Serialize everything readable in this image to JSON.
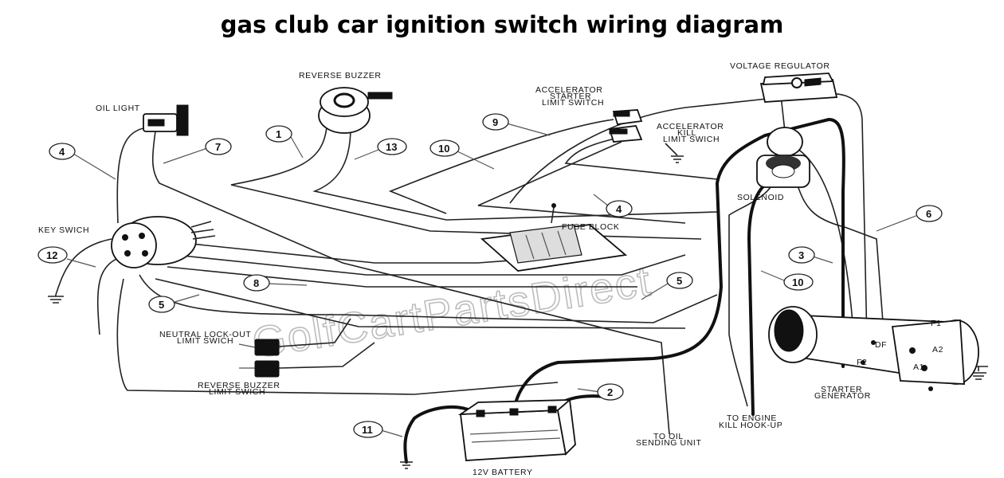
{
  "title": "gas club car ignition switch wiring diagram",
  "watermark": "GolfCartPartsDirect",
  "components": {
    "voltage_regulator": "VOLTAGE REGULATOR",
    "reverse_buzzer": "REVERSE BUZZER",
    "oil_light": "OIL LIGHT",
    "accelerator_starter_limit_switch": [
      "ACCELERATOR",
      "STARTER",
      "LIMIT SWITCH"
    ],
    "accelerator_kill_limit_switch": [
      "ACCELERATOR",
      "KILL",
      "LIMIT SWICH"
    ],
    "solenoid": "SOLENOID",
    "fuse_block": "FUSE BLOCK",
    "key_switch": "KEY SWICH",
    "neutral_lockout_limit_switch": [
      "NEUTRAL LOCK-OUT",
      "LIMIT SWICH"
    ],
    "reverse_buzzer_limit_switch": [
      "REVERSE BUZZER",
      "LIMIT SWICH"
    ],
    "starter_generator": [
      "STARTER",
      "GENERATOR"
    ],
    "battery": "12V BATTERY",
    "to_oil": [
      "TO OIL",
      "SENDING UNIT"
    ],
    "to_engine": [
      "TO ENGINE",
      "KILL HOOK-UP"
    ],
    "terminals": {
      "df": "DF",
      "f2": "F2",
      "a2": "A2",
      "a1": "A1",
      "f1": "F1"
    }
  },
  "wire_numbers": [
    "1",
    "2",
    "3",
    "4",
    "4",
    "5",
    "5",
    "6",
    "7",
    "8",
    "9",
    "10",
    "10",
    "11",
    "12",
    "13"
  ]
}
